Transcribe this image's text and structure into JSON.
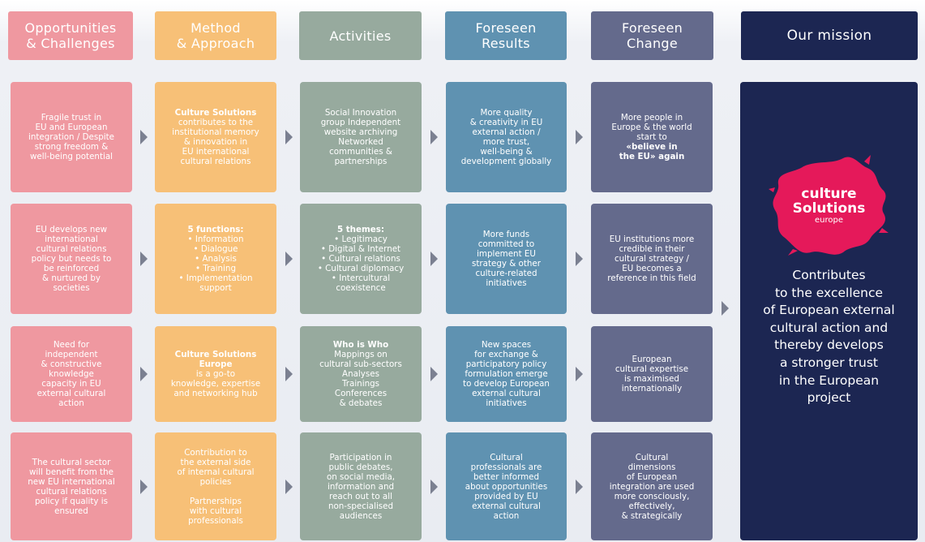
{
  "colors": {
    "opportunities": "#ef98a0",
    "method": "#f7c077",
    "activities": "#97aa9e",
    "results": "#5f92b1",
    "change": "#646a8c",
    "mission": "#1c2652",
    "logo_blot": "#e5195a",
    "arrow": "#7b8091"
  },
  "headers": {
    "opportunities": "Opportunities\n& Challenges",
    "method": "Method\n& Approach",
    "activities": "Activities",
    "results": "Foreseen\nResults",
    "change": "Foreseen\nChange",
    "mission": "Our mission"
  },
  "opportunities": [
    {
      "lines": [
        "Fragile trust in",
        "EU and European",
        "integration / Despite",
        "strong freedom &",
        "well-being potential"
      ]
    },
    {
      "lines": [
        "EU develops new",
        "international",
        "cultural relations",
        "policy but needs to",
        "be reinforced",
        "& nurtured by",
        "societies"
      ]
    },
    {
      "lines": [
        "Need for",
        "independent",
        "& constructive",
        "knowledge",
        "capacity in EU",
        "external cultural",
        "action"
      ]
    },
    {
      "lines": [
        "The cultural sector",
        "will benefit from the",
        "new EU international",
        "cultural relations",
        "policy if quality is",
        "ensured"
      ]
    }
  ],
  "method": [
    {
      "bold": [
        "Culture Solutions"
      ],
      "lines": [
        "contributes to the",
        "institutional memory",
        "& innovation in",
        "EU international",
        "cultural relations"
      ]
    },
    {
      "bold": [
        "5 functions:"
      ],
      "lines": [
        "• Information",
        "• Dialogue",
        "• Analysis",
        "• Training",
        "• Implementation",
        "support"
      ]
    },
    {
      "bold": [
        "Culture Solutions",
        "Europe"
      ],
      "lines": [
        "is a go-to",
        "knowledge, expertise",
        "and networking hub"
      ]
    },
    {
      "lines": [
        "Contribution to",
        "the external side",
        "of internal cultural",
        "policies"
      ],
      "lines2": [
        "Partnerships",
        "with cultural",
        "professionals"
      ]
    }
  ],
  "activities": [
    {
      "lines": [
        "Social Innovation",
        "group Independent",
        "website archiving",
        "Networked",
        "communities &",
        "partnerships"
      ]
    },
    {
      "bold": [
        "5 themes:"
      ],
      "lines": [
        "• Legitimacy",
        "• Digital & Internet",
        "• Cultural relations",
        "• Cultural diplomacy",
        "• Intercultural",
        "coexistence"
      ]
    },
    {
      "bold": [
        "Who is Who"
      ],
      "lines": [
        "Mappings on",
        "cultural sub-sectors",
        "Analyses",
        "Trainings",
        "Conferences",
        "& debates"
      ]
    },
    {
      "lines": [
        "Participation in",
        "public debates,",
        "on social media,",
        "information and",
        "reach out to all",
        "non-specialised",
        "audiences"
      ]
    }
  ],
  "results": [
    {
      "lines": [
        "More quality",
        "& creativity in EU",
        "external action /",
        "more trust,",
        "well-being &",
        "development globally"
      ]
    },
    {
      "lines": [
        "More funds",
        "committed to",
        "implement EU",
        "strategy & other",
        "culture-related",
        "initiatives"
      ]
    },
    {
      "lines": [
        "New spaces",
        "for exchange &",
        "participatory policy",
        "formulation emerge",
        "to develop European",
        "external cultural",
        "initiatives"
      ]
    },
    {
      "lines": [
        "Cultural",
        "professionals are",
        "better informed",
        "about opportunities",
        "provided by EU",
        "external cultural",
        "action"
      ]
    }
  ],
  "change": [
    {
      "lines": [
        "More people in",
        "Europe & the world",
        "start to"
      ],
      "bold": [
        "«believe in",
        "the EU» again"
      ]
    },
    {
      "lines": [
        "EU institutions more",
        "credible in their",
        "cultural  strategy /",
        "EU becomes a",
        "reference in this field"
      ]
    },
    {
      "lines": [
        "European",
        "cultural expertise",
        "is maximised",
        "internationally"
      ]
    },
    {
      "lines": [
        "Cultural",
        "dimensions",
        "of European",
        "integration are used",
        "more consciously,",
        "effectively,",
        "& strategically"
      ]
    }
  ],
  "logo": {
    "line1": "culture",
    "line2": "Solutions",
    "line3": "europe"
  },
  "mission": {
    "lines": [
      "Contributes",
      "to the excellence",
      "of European external",
      "cultural action and",
      "thereby develops",
      "a stronger trust",
      "in the European",
      "project"
    ]
  }
}
